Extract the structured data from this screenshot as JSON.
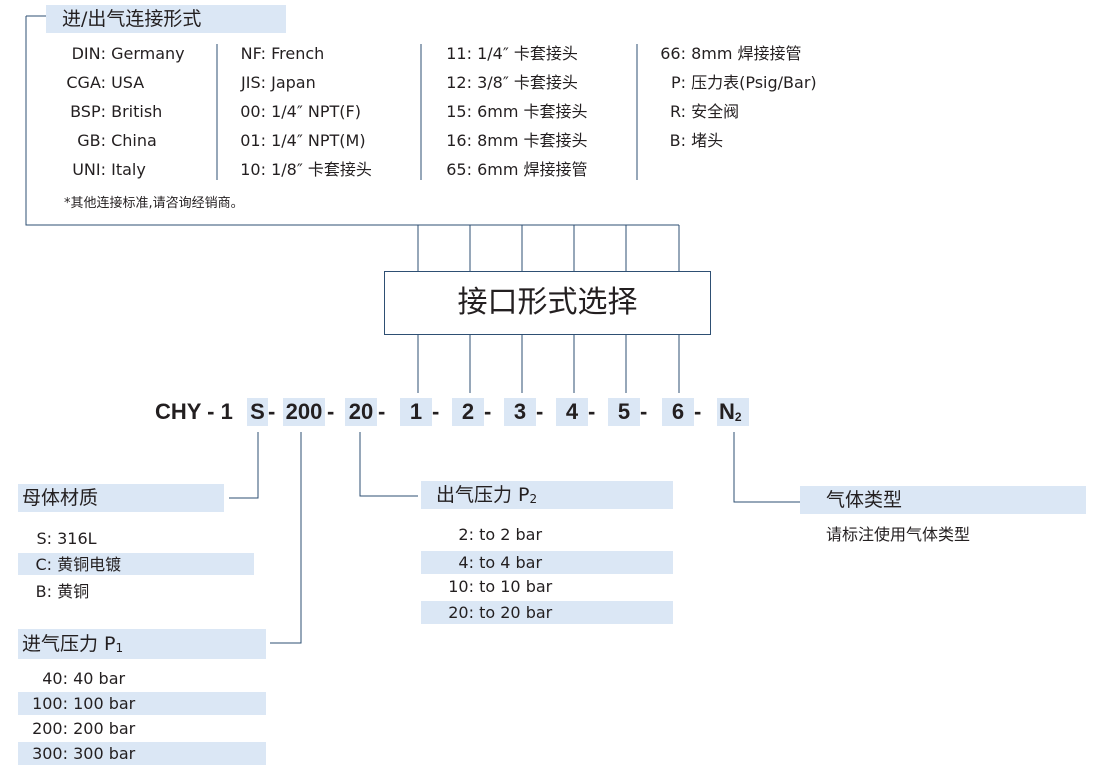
{
  "top_section": {
    "title": "进/出气连接形式",
    "col1": [
      {
        "code": "DIN:",
        "name": "Germany"
      },
      {
        "code": "CGA:",
        "name": "USA"
      },
      {
        "code": "BSP:",
        "name": "British"
      },
      {
        "code": "GB:",
        "name": "China"
      },
      {
        "code": "UNI:",
        "name": "Italy"
      }
    ],
    "col2": [
      {
        "code": "NF:",
        "name": "French"
      },
      {
        "code": "JIS:",
        "name": "Japan"
      },
      {
        "code": "00:",
        "name": "1/4″ NPT(F)"
      },
      {
        "code": "01:",
        "name": "1/4″ NPT(M)"
      },
      {
        "code": "10:",
        "name": "1/8″  卡套接头"
      }
    ],
    "col3": [
      {
        "code": "11:",
        "name": "1/4″  卡套接头"
      },
      {
        "code": "12:",
        "name": "3/8″  卡套接头"
      },
      {
        "code": "15:",
        "name": "6mm 卡套接头"
      },
      {
        "code": "16:",
        "name": "8mm 卡套接头"
      },
      {
        "code": "65:",
        "name": "6mm 焊接接管"
      }
    ],
    "col4": [
      {
        "code": "66:",
        "name": "8mm 焊接接管"
      },
      {
        "code": "P:",
        "name": "压力表(Psig/Bar)"
      },
      {
        "code": "R:",
        "name": "安全阀"
      },
      {
        "code": "B:",
        "name": "堵头"
      }
    ],
    "note": "*其他连接标准,请咨询经销商。"
  },
  "center_box": "接口形式选择",
  "model_code": {
    "prefix": "CHY - 1",
    "material": "S",
    "sep1": " -",
    "inlet": "200",
    "sep2": "- ",
    "outlet": "20",
    "sep3": " - ",
    "p1": "1",
    "sep4": " - ",
    "p2": "2",
    "sep5": " - ",
    "p3": "3",
    "sep6": " - ",
    "p4": "4",
    "sep7": " - ",
    "p5": "5",
    "sep8": " - ",
    "p6": "6",
    "sep9": " - ",
    "gas": "N",
    "gas_sub": "2"
  },
  "material": {
    "title": "母体材质",
    "items": [
      {
        "code": "S:",
        "name": "316L"
      },
      {
        "code": "C:",
        "name": "黄铜电镀"
      },
      {
        "code": "B:",
        "name": "黄铜"
      }
    ]
  },
  "inlet_pressure": {
    "title": "进气压力 P",
    "title_sub": "1",
    "items": [
      {
        "code": "40:",
        "name": "40 bar"
      },
      {
        "code": "100:",
        "name": "100 bar"
      },
      {
        "code": "200:",
        "name": "200 bar"
      },
      {
        "code": "300:",
        "name": "300 bar"
      }
    ]
  },
  "outlet_pressure": {
    "title": "出气压力 P",
    "title_sub": "2",
    "items": [
      {
        "code": "2:",
        "name": "to 2 bar"
      },
      {
        "code": "4:",
        "name": "to 4 bar"
      },
      {
        "code": "10:",
        "name": "to 10 bar"
      },
      {
        "code": "20:",
        "name": "to 20 bar"
      }
    ]
  },
  "gas_type": {
    "title": "气体类型",
    "note": "请标注使用气体类型"
  },
  "colors": {
    "highlight": "#dbe7f5",
    "line": "#2e4f73",
    "text": "#231f20"
  }
}
